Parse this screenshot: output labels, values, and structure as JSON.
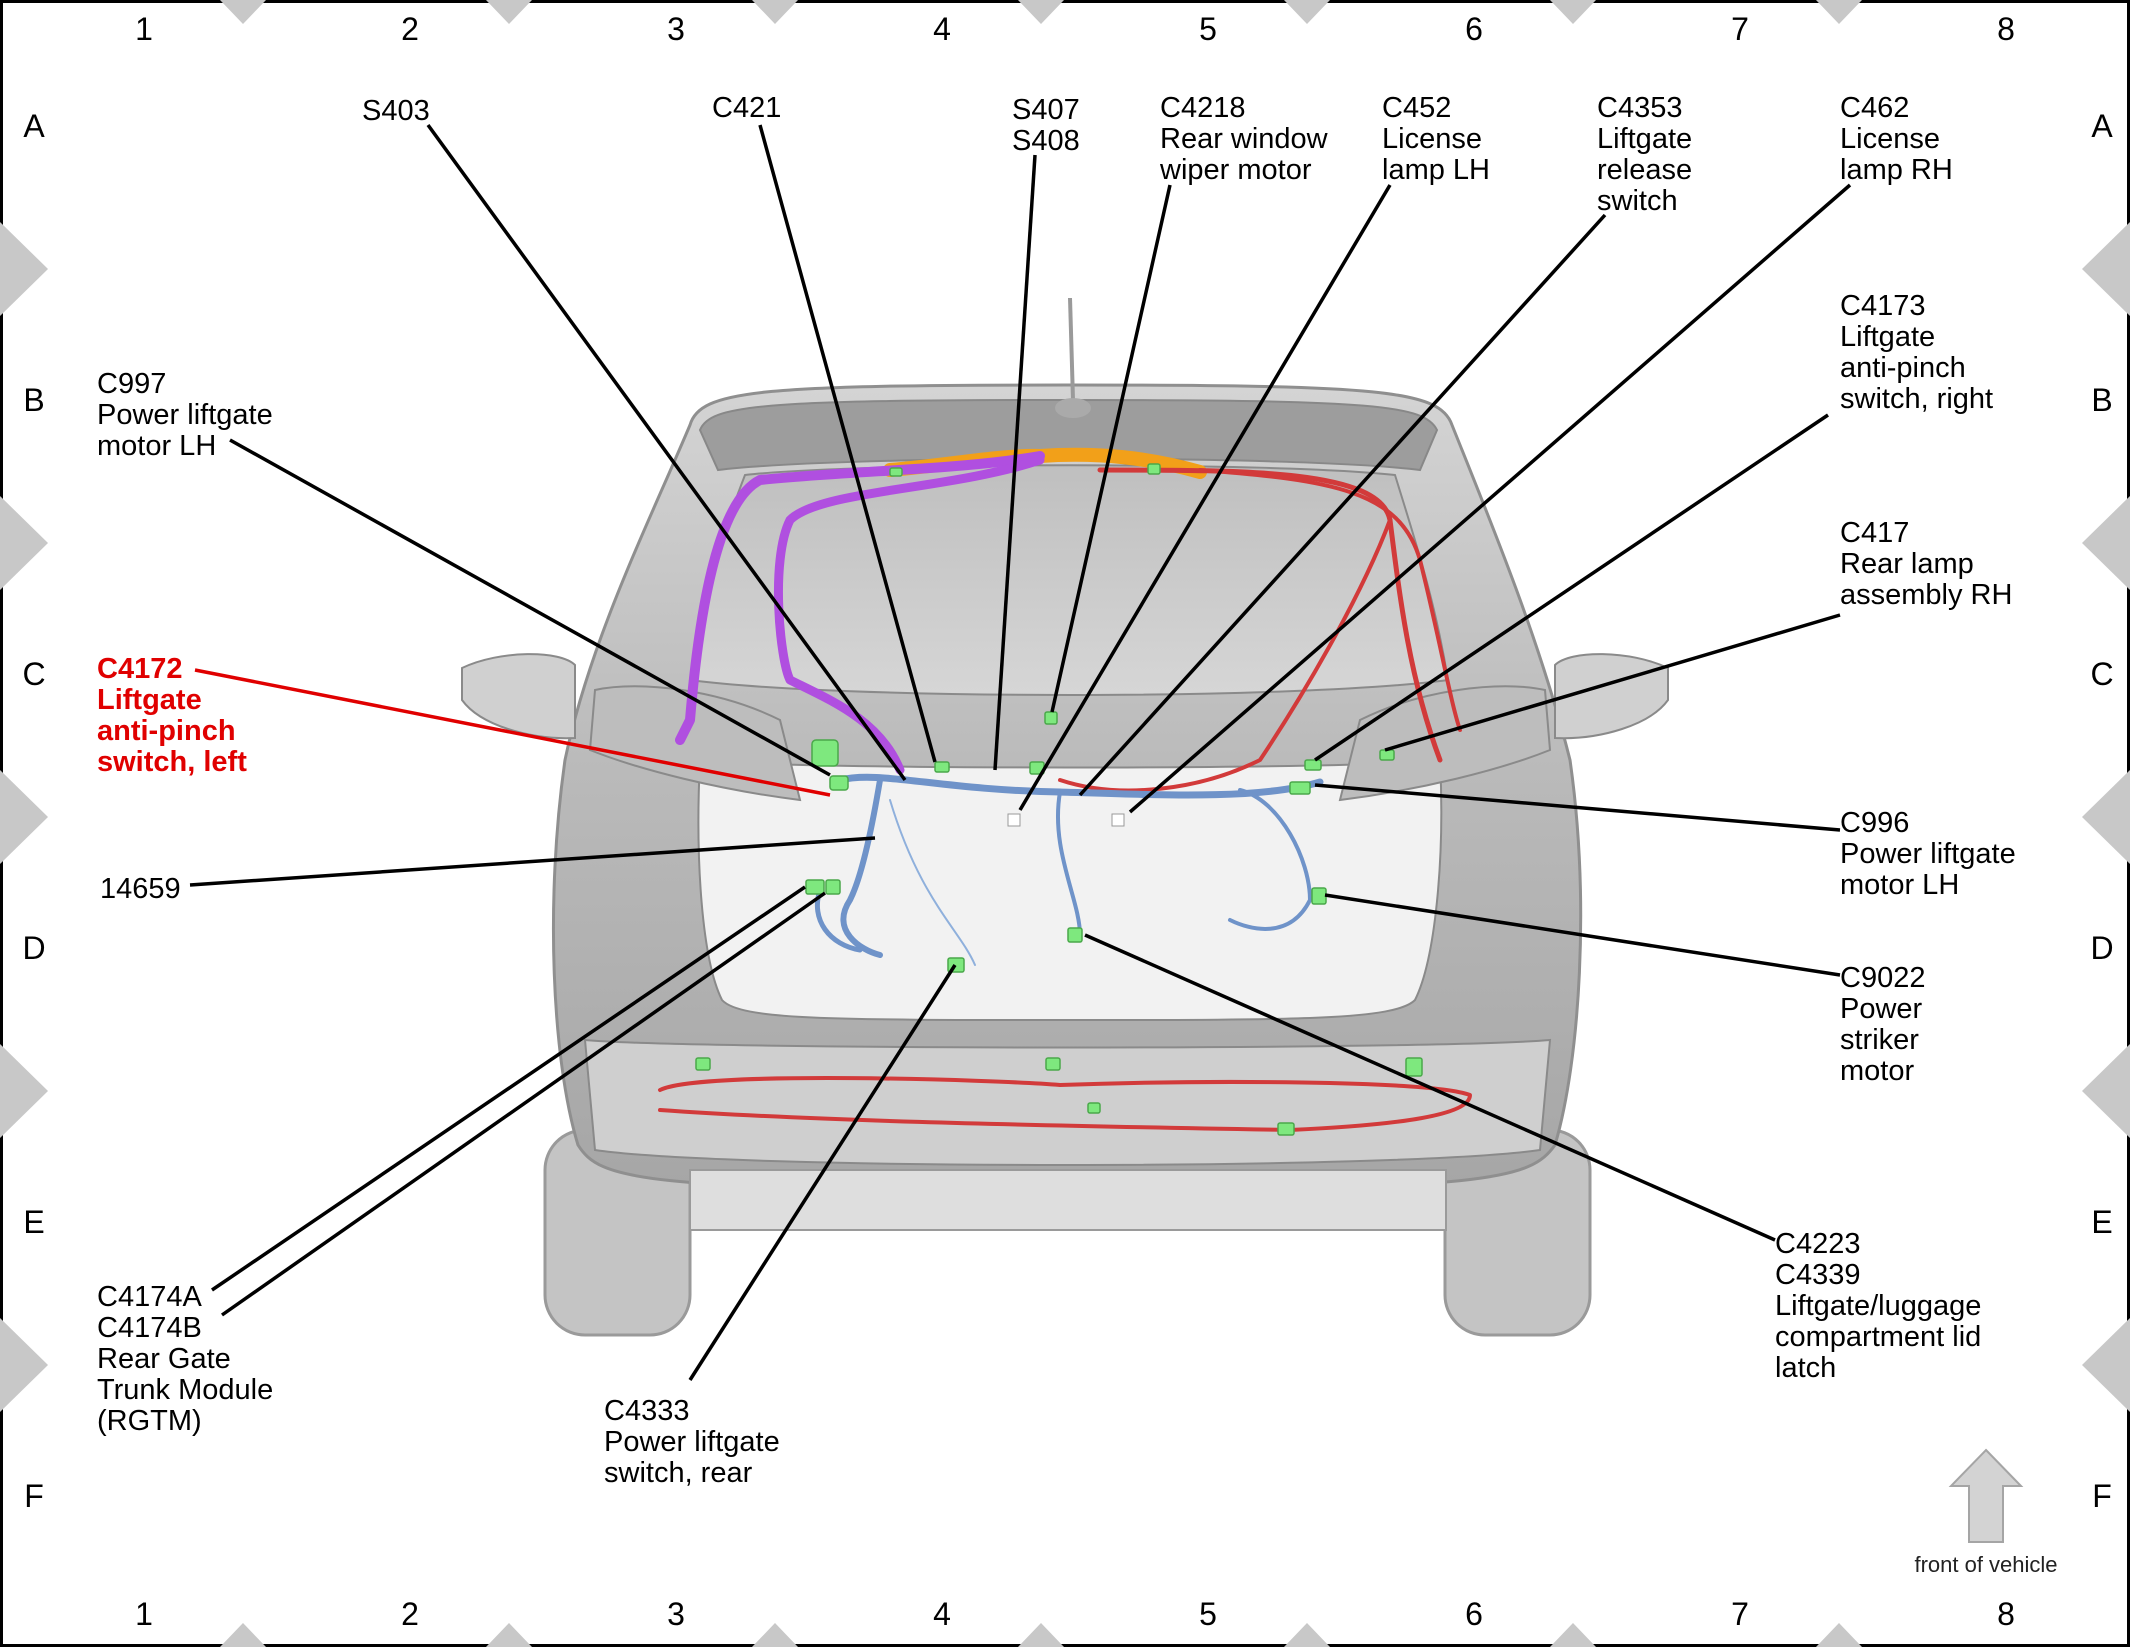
{
  "grid": {
    "columns": [
      "1",
      "2",
      "3",
      "4",
      "5",
      "6",
      "7",
      "8"
    ],
    "rows": [
      "A",
      "B",
      "C",
      "D",
      "E",
      "F"
    ]
  },
  "callouts": {
    "s403": [
      "S403"
    ],
    "c421": [
      "C421"
    ],
    "s407": [
      "S407",
      "S408"
    ],
    "c4218": [
      "C4218",
      "Rear window",
      "wiper motor"
    ],
    "c452": [
      "C452",
      "License",
      "lamp LH"
    ],
    "c4353": [
      "C4353",
      "Liftgate",
      "release",
      "switch"
    ],
    "c462": [
      "C462",
      "License",
      "lamp RH"
    ],
    "c4173": [
      "C4173",
      "Liftgate",
      "anti-pinch",
      "switch, right"
    ],
    "c417": [
      "C417",
      "Rear lamp",
      "assembly RH"
    ],
    "c997": [
      "C997",
      "Power liftgate",
      "motor LH"
    ],
    "c4172": [
      "C4172",
      "Liftgate",
      "anti-pinch",
      "switch, left"
    ],
    "n14659": [
      "14659"
    ],
    "c996": [
      "C996",
      "Power liftgate",
      "motor LH"
    ],
    "c9022": [
      "C9022",
      "Power",
      "striker",
      "motor"
    ],
    "c4174": [
      "C4174A",
      "C4174B",
      "Rear Gate",
      "Trunk Module",
      "(RGTM)"
    ],
    "c4333": [
      "C4333",
      "Power liftgate",
      "switch, rear"
    ],
    "c4223": [
      "C4223",
      "C4339",
      "Liftgate/luggage",
      "compartment lid",
      "latch"
    ]
  },
  "front_label": "front of vehicle",
  "colors": {
    "highlight": "#e00000",
    "harness_blue": "#6f93c9",
    "harness_red": "#d23a3a",
    "harness_purple": "#b04fe0",
    "harness_orange": "#f2a019",
    "connector_green": "#7ee87e",
    "marker_gray": "#c8c8c8"
  }
}
